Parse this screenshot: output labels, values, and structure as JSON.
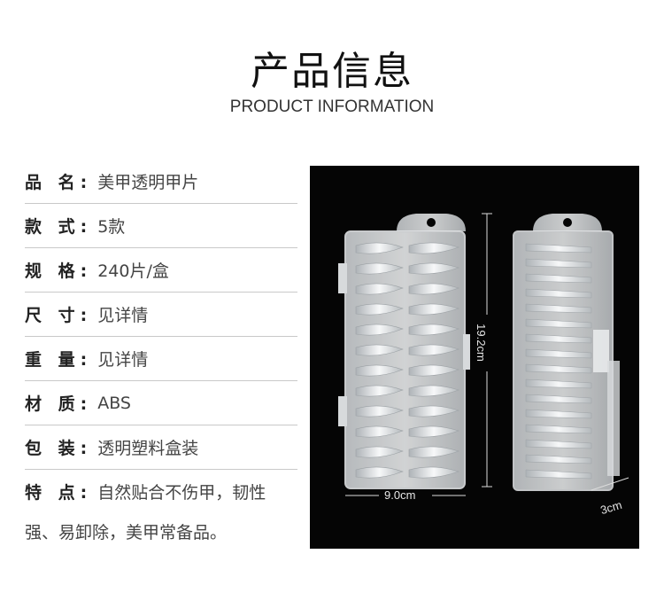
{
  "header": {
    "title": "产品信息",
    "subtitle": "PRODUCT INFORMATION"
  },
  "specs": [
    {
      "label": "品 名:",
      "value": "美甲透明甲片"
    },
    {
      "label": "款 式:",
      "value": "5款"
    },
    {
      "label": "规 格:",
      "value": "240片/盒"
    },
    {
      "label": "尺 寸:",
      "value": "见详情"
    },
    {
      "label": "重 量:",
      "value": "见详情"
    },
    {
      "label": "材 质:",
      "value": "ABS"
    },
    {
      "label": "包 装:",
      "value": "透明塑料盒装"
    },
    {
      "label": "特 点:",
      "value": "自然贴合不伤甲，韧性"
    }
  ],
  "features_continued": "强、易卸除，美甲常备品。",
  "photo": {
    "height_label": "19.2cm",
    "width_label": "9.0cm",
    "depth_label": "3cm"
  }
}
